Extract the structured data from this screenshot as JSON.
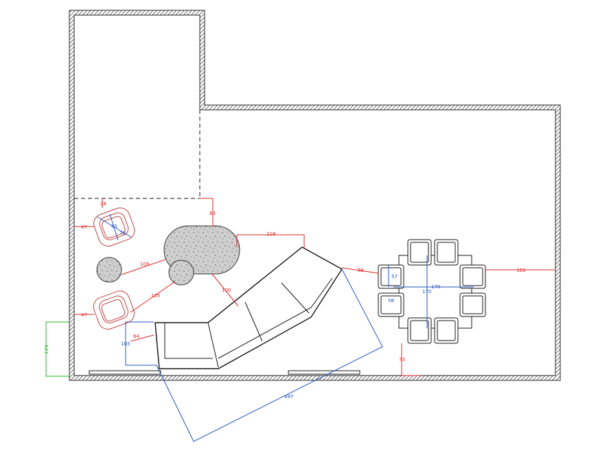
{
  "colors": {
    "wall": "#222222",
    "dim_red": "#e02020",
    "dim_blue": "#2050c0",
    "dim_green": "#22bb22",
    "rug_fill": "#c8c8c8"
  },
  "dimensions": {
    "armchair_top_gap_top": "28",
    "armchair_top_gap_left": "47",
    "armchair_top_width": "65",
    "armchair_top_depth": "78",
    "ottoman_to_table": "109",
    "chair_bottom_gap_left": "47",
    "table_to_chair": "125",
    "ceiling_gap": "63",
    "table_to_sofa": "118",
    "table_to_sofa_diag": "100",
    "sofa_corner_gap": "64",
    "sofa_depth": "103",
    "sofa_length": "497",
    "sofa_to_dining": "86",
    "dining_chair_gap": "57",
    "dining_chair_width": "58",
    "dining_table_width": "170",
    "dining_table_depth": "170",
    "dining_to_wall": "163",
    "dining_to_bottom": "73",
    "door_width": "124"
  }
}
